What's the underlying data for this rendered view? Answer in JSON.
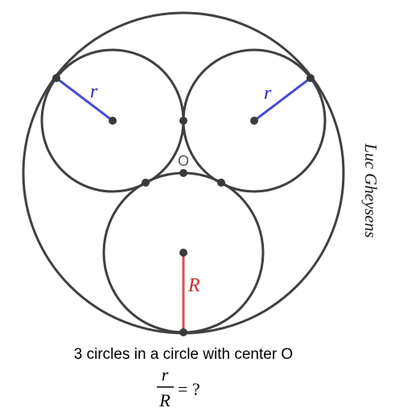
{
  "labels": {
    "small_radius": "r",
    "big_radius": "R",
    "center": "O"
  },
  "caption": "3 circles in a circle with center O",
  "question": {
    "numerator": "r",
    "denominator": "R",
    "suffix": "= ?"
  },
  "signature": "Luc Gheysens",
  "colors": {
    "circle_stroke": "#404040",
    "small_radius": "#4a4ad8",
    "big_radius": "#e05050",
    "dot": "#3a3a3a",
    "small_label": "#2a2ab0",
    "big_label": "#cc2a2a"
  }
}
